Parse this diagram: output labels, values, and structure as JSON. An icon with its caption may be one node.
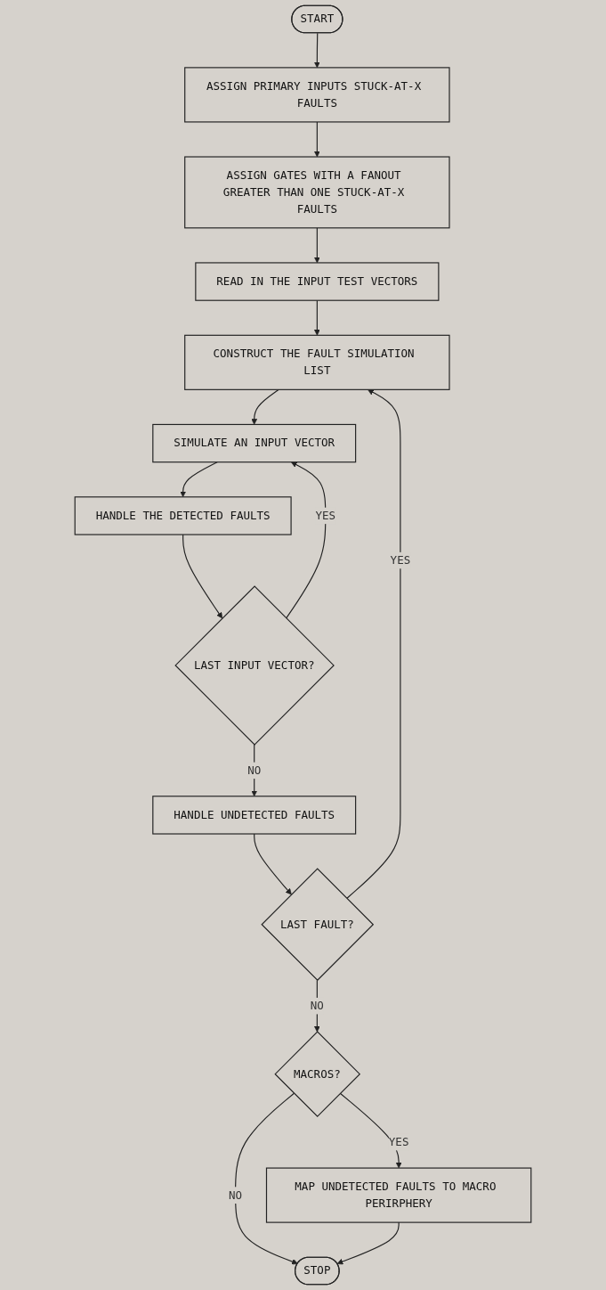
{
  "diagram": {
    "nodes": [
      {
        "text": [
          "START"
        ]
      },
      {
        "text": [
          "ASSIGN PRIMARY INPUTS STUCK-AT-X FAULTS"
        ]
      },
      {
        "text": [
          "ASSIGN GATES WITH A FANOUT GREATER THAN ONE STUCK-AT-X FAULTS"
        ]
      },
      {
        "text": [
          "READ IN THE INPUT TEST VECTORS"
        ]
      },
      {
        "text": [
          "CONSTRUCT THE FAULT SIMULATION LIST"
        ]
      },
      {
        "text": [
          "SIMULATE AN INPUT VECTOR"
        ]
      },
      {
        "text": [
          "HANDLE THE DETECTED FAULTS"
        ]
      },
      {
        "text": [
          "LAST INPUT VECTOR?"
        ]
      },
      {
        "text": [
          "HANDLE UNDETECTED FAULTS"
        ]
      },
      {
        "text": [
          "LAST FAULT?"
        ]
      },
      {
        "text": [
          "MACROS?"
        ]
      },
      {
        "text": [
          "MAP UNDETECTED FAULTS TO MACRO PERIRPHERY"
        ]
      },
      {
        "text": [
          "STOP"
        ]
      }
    ],
    "edges": [
      {
        "from": 0,
        "to": 1,
        "arrow": "to"
      },
      {
        "from": 1,
        "to": 2,
        "arrow": "to"
      },
      {
        "from": 2,
        "to": 3,
        "arrow": "to"
      },
      {
        "from": 3,
        "to": 4,
        "arrow": "to"
      },
      {
        "from": 4,
        "to": 5,
        "arrow": "to"
      },
      {
        "from": 5,
        "to": 6,
        "arrow": "to"
      },
      {
        "from": 6,
        "to": 7,
        "arrow": "to"
      },
      {
        "from": 7,
        "to": 5,
        "label": "YES",
        "arrow": "to"
      },
      {
        "from": 7,
        "to": 8,
        "label": "NO",
        "arrow": "to"
      },
      {
        "from": 8,
        "to": 9,
        "arrow": "to"
      },
      {
        "from": 9,
        "to": 4,
        "label": "YES",
        "arrow": "to"
      },
      {
        "from": 9,
        "to": 10,
        "label": "NO",
        "arrow": "to"
      },
      {
        "from": 10,
        "to": 12,
        "label": "NO",
        "arrow": "to"
      },
      {
        "from": 10,
        "to": 11,
        "label": "YES",
        "arrow": "to"
      },
      {
        "from": 11,
        "to": 12,
        "arrow": "to"
      }
    ]
  }
}
